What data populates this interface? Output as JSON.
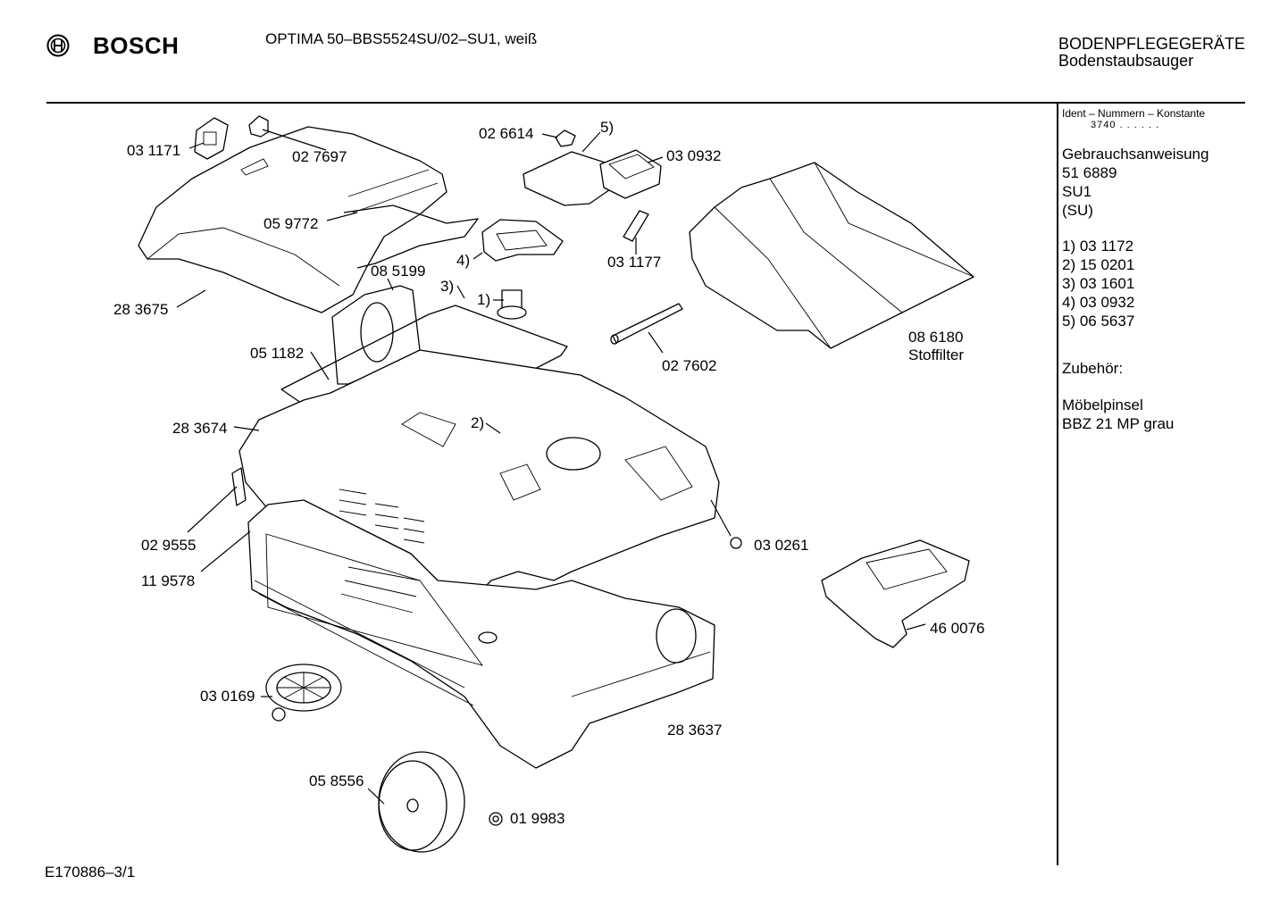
{
  "header": {
    "brand": "BOSCH",
    "model_title": "OPTIMA 50–BBS5524SU/02–SU1, weiß",
    "category": "BODENPFLEGEGERÄTE",
    "subcategory": "Bodenstaubsauger"
  },
  "side_panel": {
    "ident_label": "Ident – Nummern – Konstante",
    "ident_value": "3740  . .   . . . .",
    "manual_label": "Gebrauchsanweisung",
    "manual_number": "51 6889",
    "manual_code": "SU1",
    "manual_lang": "(SU)",
    "numbered_parts": [
      "1) 03 1172",
      "2) 15 0201",
      "3) 03 1601",
      "4) 03 0932",
      "5) 06 5637"
    ],
    "accessory_label": "Zubehör:",
    "accessory_name": "Möbelpinsel",
    "accessory_code": "BBZ 21 MP grau"
  },
  "callouts": {
    "p031171": "03 1171",
    "p027697": "02 7697",
    "p059772": "05 9772",
    "p283675": "28 3675",
    "p085199": "08 5199",
    "p051182": "05 1182",
    "p283674": "28 3674",
    "p029555": "02 9555",
    "p119578": "11 9578",
    "p030169": "03 0169",
    "p058556": "05 8556",
    "p019983": "01 9983",
    "p283637": "28 3637",
    "p030261": "03 0261",
    "p460076": "46 0076",
    "p086180": "08 6180",
    "stoffilter": "Stoffilter",
    "p027602": "02 7602",
    "p031177": "03 1177",
    "p030932": "03 0932",
    "p026614": "02 6614",
    "ref1": "1)",
    "ref2": "2)",
    "ref3": "3)",
    "ref4": "4)",
    "ref5": "5)"
  },
  "footer": {
    "drawing_code": "E170886–3/1"
  }
}
